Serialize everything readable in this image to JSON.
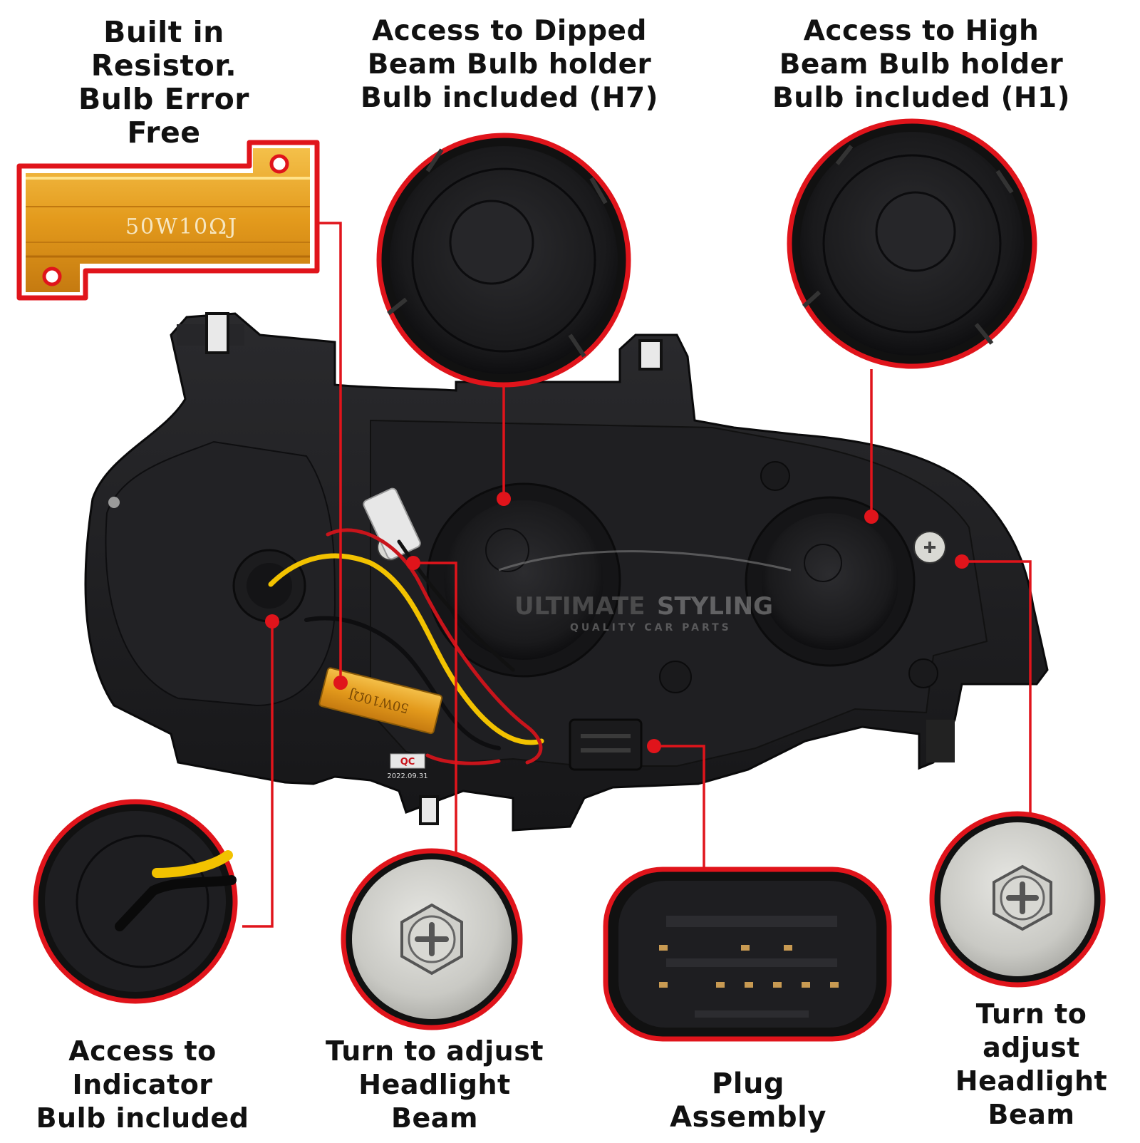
{
  "labels": {
    "resistor": [
      "Built in",
      "Resistor.",
      "Bulb Error",
      "Free"
    ],
    "dipped": [
      "Access to Dipped",
      "Beam Bulb holder",
      "Bulb included (H7)"
    ],
    "high": [
      "Access to High",
      "Beam Bulb holder",
      "Bulb included (H1)"
    ],
    "indicator": [
      "Access to",
      "Indicator",
      "Bulb included"
    ],
    "adjust_left": [
      "Turn to adjust",
      "Headlight",
      "Beam"
    ],
    "plug": [
      "Plug",
      "Assembly"
    ],
    "adjust_right": [
      "Turn to",
      "adjust",
      "Headlight",
      "Beam"
    ]
  },
  "resistor_marking": "50W10ΩJ",
  "resistor_small_marking": "50W10ΩJ",
  "qc_tag": {
    "label": "QC",
    "date": "2022.09.31"
  },
  "watermark": {
    "brand_a": "ULTIMATE",
    "brand_b": "STYLING",
    "tagline": "QUALITY CAR PARTS"
  },
  "colors": {
    "callout": "#e0141b",
    "housing": "#1b1b1d",
    "resistor": "#e8a21f",
    "wire_yellow": "#f2c200",
    "wire_red": "#c8141b",
    "label_text": "#111111"
  }
}
